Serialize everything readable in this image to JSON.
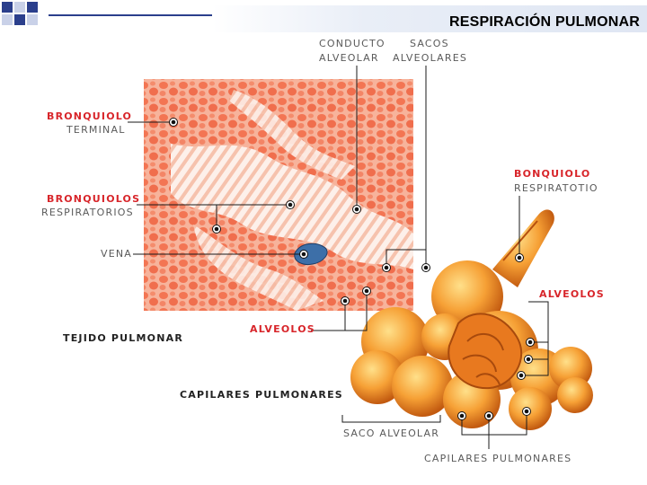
{
  "title": "RESPIRACIÓN PULMONAR",
  "labels": {
    "conducto": "CONDUCTO",
    "alveolar": "ALVEOLAR",
    "sacos": "SACOS",
    "alveolares": "ALVEOLARES",
    "bronquiolo": "BRONQUIOLO",
    "terminal": "TERMINAL",
    "bronquiolos": "BRONQUIOLOS",
    "respiratorios": "RESPIRATORIOS",
    "vena": "VENA",
    "alveolos_left": "ALVEOLOS",
    "tejido": "TEJIDO PULMONAR",
    "capilares_left": "CAPILARES PULMONARES",
    "bonquiolo": "BONQUIOLO",
    "respiratotio": "RESPIRATOTIO",
    "alveolos_right": "ALVEOLOS",
    "saco_alveolar": "SACO ALVEOLAR",
    "capilares_bottom": "CAPILARES PULMONARES"
  },
  "colors": {
    "accent_red": "#d8262b",
    "title_line": "#2b3f8c",
    "tissue": "#f08a6a"
  }
}
